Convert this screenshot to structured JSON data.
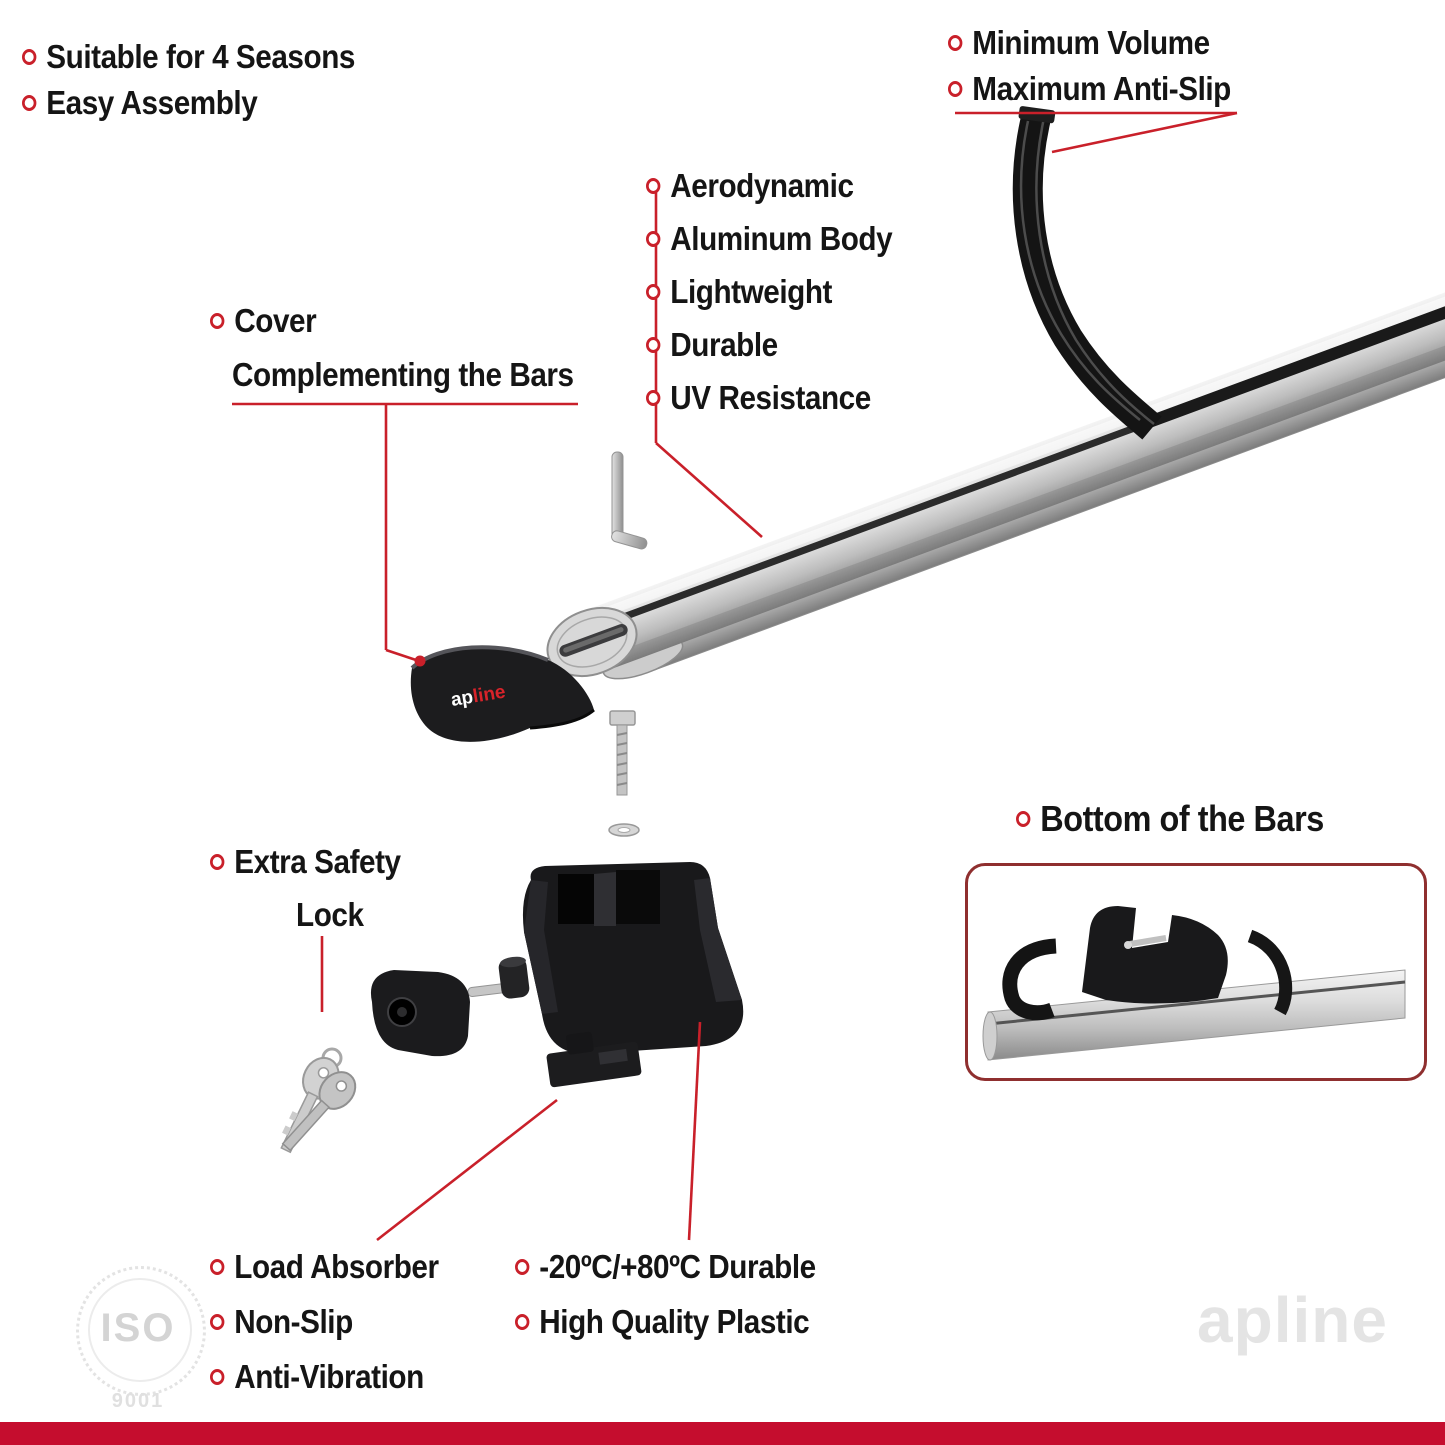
{
  "colors": {
    "accent": "#c9202a",
    "bottom_bar": "#c50d2e",
    "box_border": "#8f2f2f"
  },
  "top_left_features": [
    {
      "label": "Suitable for 4 Seasons"
    },
    {
      "label": "Easy Assembly"
    }
  ],
  "top_right_features": [
    {
      "label": "Minimum Volume"
    },
    {
      "label": "Maximum Anti-Slip"
    }
  ],
  "bar_features": [
    {
      "label": "Aerodynamic"
    },
    {
      "label": "Aluminum Body"
    },
    {
      "label": "Lightweight"
    },
    {
      "label": "Durable"
    },
    {
      "label": "UV Resistance"
    }
  ],
  "cover_label": {
    "line1": "Cover",
    "line2": "Complementing the Bars"
  },
  "safety_lock_label": {
    "line1": "Extra Safety",
    "line2": "Lock"
  },
  "bottom_of_bars": {
    "label": "Bottom of the Bars"
  },
  "bottom_left_features": [
    {
      "label": "Load Absorber"
    },
    {
      "label": "Non-Slip"
    },
    {
      "label": "Anti-Vibration"
    }
  ],
  "bottom_right_features": [
    {
      "label": "-20ºC/+80ºC Durable"
    },
    {
      "label": "High Quality Plastic"
    }
  ],
  "brand": {
    "cover_prefix": "ap",
    "cover_suffix": "line",
    "watermark": "apline"
  },
  "iso_stamp": {
    "line1": "ISO",
    "line2": "9001"
  }
}
